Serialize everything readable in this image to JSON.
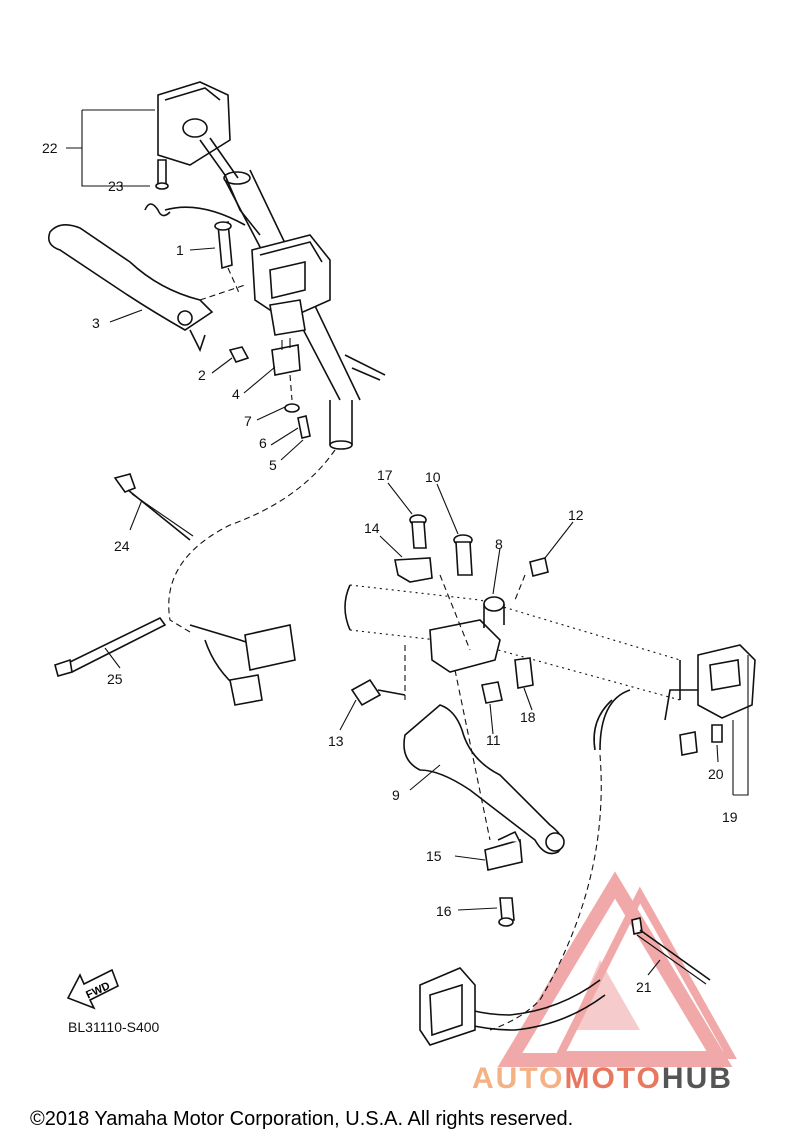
{
  "diagram": {
    "callouts": [
      "1",
      "2",
      "3",
      "4",
      "5",
      "6",
      "7",
      "8",
      "9",
      "10",
      "11",
      "12",
      "13",
      "14",
      "15",
      "16",
      "17",
      "18",
      "19",
      "20",
      "21",
      "22",
      "23",
      "24",
      "25"
    ],
    "part_code": "BL31110-S400",
    "fwd_label": "FWD",
    "copyright": "©2018 Yamaha Motor Corporation, U.S.A. All rights reserved."
  },
  "watermark": {
    "brand_a": "AUTO",
    "brand_b": "MOTO",
    "brand_c": "HUB",
    "color_a": "#f4b183",
    "color_b": "#e8775f",
    "color_c": "#555555",
    "triangle_color": "#e04040"
  }
}
